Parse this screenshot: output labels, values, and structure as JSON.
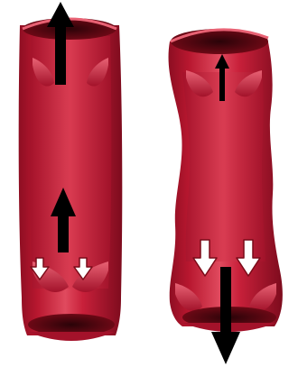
{
  "figure": {
    "panels": [
      {
        "name": "healthy-vein",
        "valves": [
          "upper-valve-open",
          "lower-valve-closed"
        ],
        "blood_flow": [
          "up",
          "up"
        ],
        "backflow": "blocked"
      },
      {
        "name": "varicose-vein",
        "valves": [
          "upper-valve-open",
          "lower-valve-incompetent"
        ],
        "blood_flow": [
          "up",
          "down"
        ],
        "backflow": "present"
      }
    ],
    "colors": {
      "vessel_outer": "#a5132b",
      "vessel_mid": "#c8203a",
      "vessel_highlight": "#e2566a",
      "lumen_dark": "#4a0610",
      "arrow_solid": "#000000",
      "arrow_outline_fill": "#ffffff",
      "arrow_outline_stroke": "#7a0a18",
      "background": "#ffffff"
    },
    "arrows": [
      {
        "id": "healthy-top-arrow",
        "direction": "up",
        "style": "solid"
      },
      {
        "id": "healthy-middle-arrow",
        "direction": "up",
        "style": "solid"
      },
      {
        "id": "healthy-valve-arrow-left",
        "direction": "down",
        "style": "outline"
      },
      {
        "id": "healthy-valve-arrow-right",
        "direction": "down",
        "style": "outline"
      },
      {
        "id": "varicose-top-arrow",
        "direction": "up",
        "style": "solid"
      },
      {
        "id": "varicose-valve-arrow-left",
        "direction": "down",
        "style": "outline"
      },
      {
        "id": "varicose-valve-arrow-right",
        "direction": "down",
        "style": "outline"
      },
      {
        "id": "varicose-bottom-arrow",
        "direction": "down",
        "style": "solid"
      }
    ]
  }
}
